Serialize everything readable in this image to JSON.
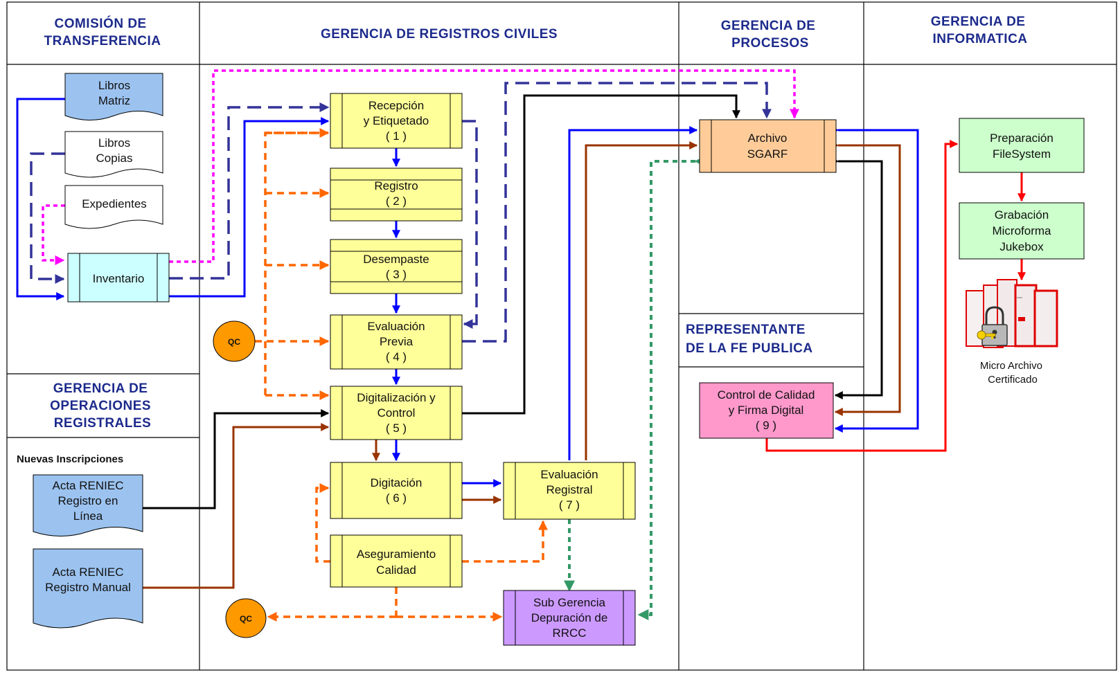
{
  "headers": {
    "comision": [
      "COMISIÓN DE",
      "TRANSFERENCIA"
    ],
    "registros": [
      "GERENCIA DE REGISTROS CIVILES"
    ],
    "procesos": [
      "GERENCIA DE",
      "PROCESOS"
    ],
    "informatica": [
      "GERENCIA DE",
      "INFORMATICA"
    ],
    "operaciones": [
      "GERENCIA DE",
      "OPERACIONES",
      "REGISTRALES"
    ],
    "fe_publica": [
      "REPRESENTANTE",
      "DE LA FE PUBLICA"
    ]
  },
  "documents": {
    "libros_matriz": [
      "Libros",
      "Matriz"
    ],
    "libros_copias": [
      "Libros",
      "Copias"
    ],
    "expedientes": [
      "Expedientes"
    ],
    "acta_linea": [
      "Acta RENIEC",
      "Registro en",
      "Línea"
    ],
    "acta_manual": [
      "Acta RENIEC",
      "Registro Manual"
    ]
  },
  "nuevas_inscripciones": "Nuevas Inscripciones",
  "processes": {
    "inventario": [
      "Inventario"
    ],
    "recepcion": [
      "Recepción",
      "y Etiquetado",
      "( 1 )"
    ],
    "registro": [
      "Registro",
      "( 2 )"
    ],
    "desempaste": [
      "Desempaste",
      "( 3 )"
    ],
    "evaluacion_previa": [
      "Evaluación",
      "Previa",
      "( 4 )"
    ],
    "digitalizacion": [
      "Digitalización y",
      "Control",
      "( 5 )"
    ],
    "digitacion": [
      "Digitación",
      "( 6 )"
    ],
    "evaluacion_registral": [
      "Evaluación",
      "Registral",
      "( 7 )"
    ],
    "aseguramiento": [
      "Aseguramiento",
      "Calidad"
    ],
    "sub_gerencia": [
      "Sub Gerencia",
      "Depuración de",
      "RRCC"
    ],
    "archivo": [
      "Archivo",
      "SGARF"
    ],
    "control_calidad": [
      "Control de Calidad",
      "y Firma Digital",
      "( 9 )"
    ],
    "preparacion": [
      "Preparación",
      "FileSystem"
    ],
    "grabacion": [
      "Grabación",
      "Microforma",
      "Jukebox"
    ]
  },
  "qc_label": "QC",
  "micro_archivo": [
    "Micro Archivo",
    "Certificado"
  ],
  "colors": {
    "header_text": "#1c2a8c",
    "yellow_box": "#ffff99",
    "blue_doc": "#9cc3f0",
    "cyan_box": "#ccffff",
    "orange_box": "#ffcc99",
    "pink_box": "#ff99cc",
    "purple_box": "#cc99ff",
    "green_box": "#ccffcc",
    "qc_circle": "#ff9900",
    "blue_line": "#0000ff",
    "navy_dash": "#333399",
    "magenta_dot": "#ff00ff",
    "orange_dot": "#ff6600",
    "green_dot": "#339966",
    "brown_line": "#993300",
    "black_line": "#000000",
    "red_line": "#ff0000"
  }
}
